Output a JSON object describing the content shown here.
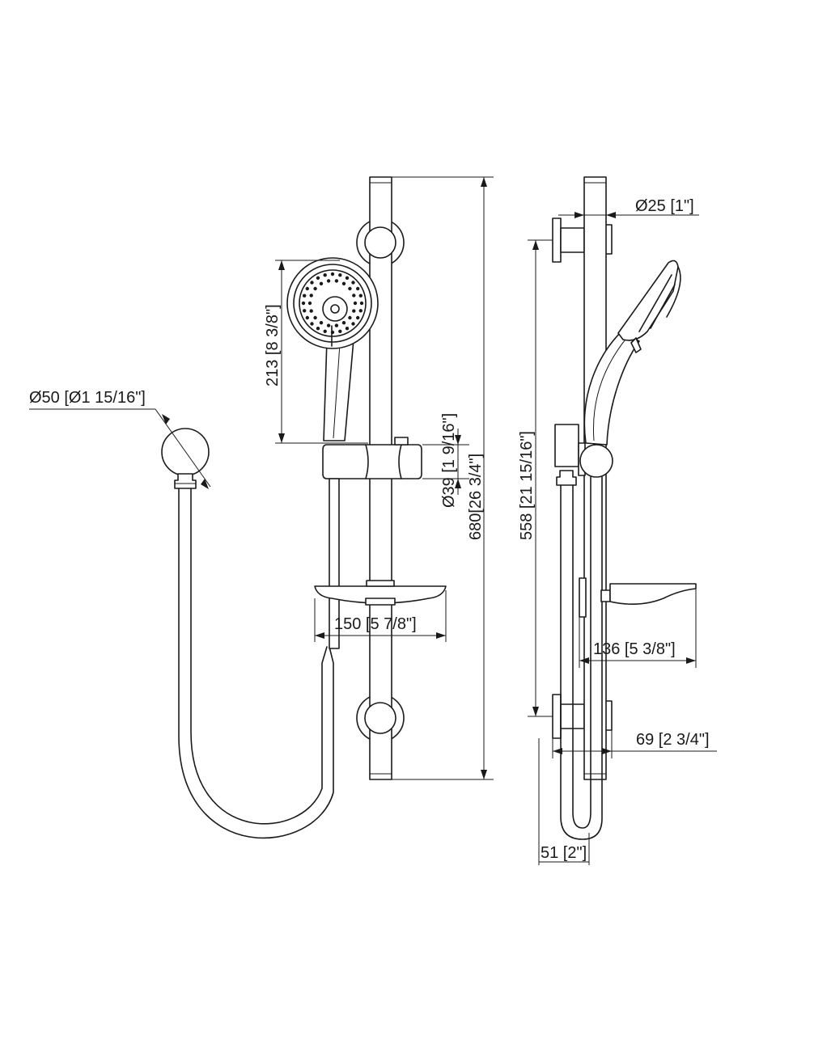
{
  "colors": {
    "line": "#1a1a1a",
    "background": "#ffffff"
  },
  "dimensions": {
    "wall_outlet_dia": "Ø50 [Ø1 15/16\"]",
    "head_height": "213 [8 3/8\"]",
    "slider_dia": "Ø39 [1 9/16\"]",
    "rail_length": "680[26 3/4\"]",
    "dish_width": "150 [5 7/8\"]",
    "rail_dia": "Ø25 [1\"]",
    "bracket_span": "558 [21 15/16\"]",
    "dish_depth": "136 [5 3/8\"]",
    "bracket_depth": "69 [2 3/4\"]",
    "rail_offset": "51 [2\"]"
  }
}
